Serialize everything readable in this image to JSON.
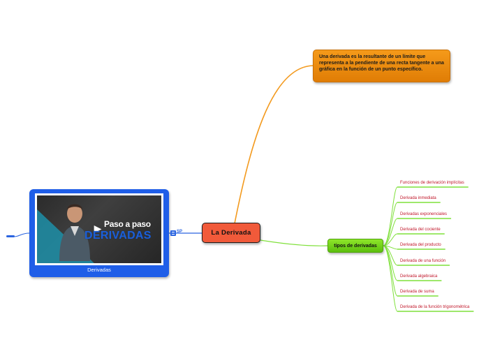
{
  "central_topic": {
    "label": "La Derivada"
  },
  "definition": {
    "text": "Una derivada es la resultante de un límite que representa a la pendiente de una recta tangente a una gráfica en la función de un punto específico."
  },
  "tipos": {
    "label": "tipos de derivadas",
    "items": [
      "Funciones  de derivación implícitas",
      "Derivada inmediata",
      "Derivadas exponenciales",
      "Derivada del cociente",
      "Derivada del producto",
      "Derivada de una función",
      "Derivada algebraica",
      "Derivada de suma",
      "Derivada de la función trigonométrica"
    ]
  },
  "video": {
    "caption": "Derivadas",
    "thumb_line1": "Paso a paso",
    "thumb_line2": "DERIVADAS"
  },
  "badge": {
    "label": "SP"
  },
  "colors": {
    "central": "#f15a3a",
    "definition": "#f08a0f",
    "tipos": "#6ccf12",
    "leaf_text": "#c0172a",
    "video_border": "#1f5ee8"
  }
}
